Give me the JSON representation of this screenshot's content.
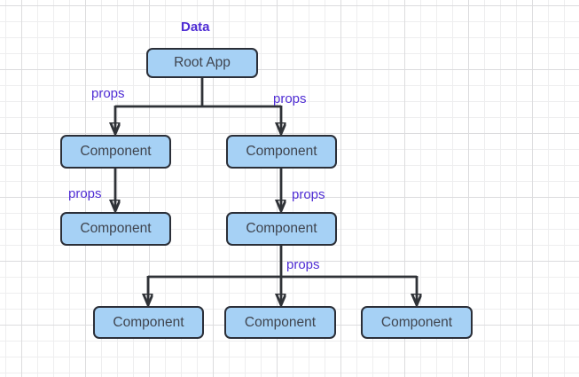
{
  "diagram": {
    "title_label": "Data",
    "nodes": [
      {
        "id": "root-app",
        "label": "Root App"
      },
      {
        "id": "component-left",
        "label": "Component"
      },
      {
        "id": "component-right",
        "label": "Component"
      },
      {
        "id": "component-left-child",
        "label": "Component"
      },
      {
        "id": "component-right-child",
        "label": "Component"
      },
      {
        "id": "component-bottom-1",
        "label": "Component"
      },
      {
        "id": "component-bottom-2",
        "label": "Component"
      },
      {
        "id": "component-bottom-3",
        "label": "Component"
      }
    ],
    "edge_labels": [
      "props",
      "props",
      "props",
      "props",
      "props"
    ],
    "colors": {
      "node_fill": "#a6d1f5",
      "node_border": "#2b2f38",
      "node_text": "#3f444e",
      "edge": "#2f3237",
      "label_text": "#4f2dd4"
    }
  }
}
